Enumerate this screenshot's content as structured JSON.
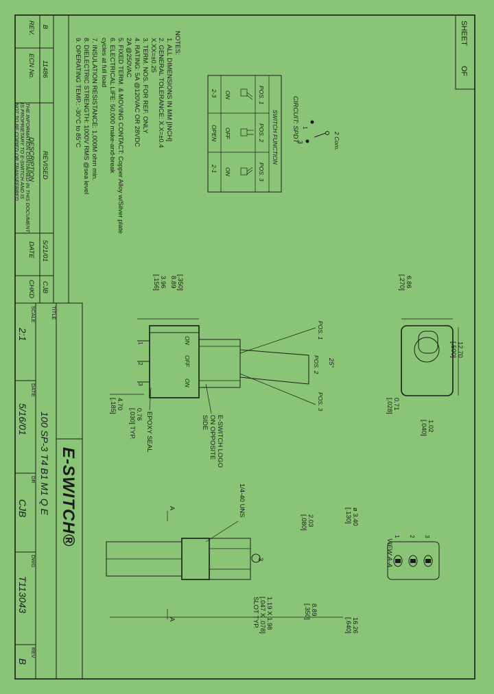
{
  "sheet": {
    "sheet_label": "SHEET",
    "of_label": "OF"
  },
  "notes": {
    "heading": "NOTES:",
    "lines": [
      "1. ALL DIMENSIONS IN MM [INCH]",
      "2. GENERAL TOLERANCE: X.X=±0.4",
      "                                X.XX=±0.25",
      "3. TERM. NOS. FOR REF. ONLY",
      "4. RATING: 5A @120VAC OR 28VDC",
      "               2A @250VAC",
      "5. FIXED TERM. & MOVING CONTACT: Copper Alloy w/Silver plate",
      "6. ELECTRICAL LIFE: 50,000 make-and-break",
      "               cycles at full load",
      "7. INSULATION RESISTANCE: 1,000M ohm min.",
      "8. DIELECTRIC STRENGTH: 1000V RMS @sea level",
      "9. OPERATING TEMP.: -30°C to 85°C"
    ]
  },
  "revision": {
    "headers": {
      "rev": "REV.",
      "ecn": "ECN No.",
      "description": "DESCRIPTION",
      "date": "DATE",
      "chkd": "CHKD"
    },
    "row": {
      "rev": "B",
      "ecn": "11486",
      "description": "REVISED",
      "date": "5/21/01",
      "chkd": "CJB"
    },
    "proprietary": [
      "THE INFORMATION CONTAINED IN THIS DOCUMENT",
      "IS PROPRIETARY TO E-SWITCH AND IS",
      "NOT TO BE COPIED OR TRANSFERRED"
    ]
  },
  "circuit": {
    "title": "CIRCUIT: SPDT",
    "com_label": "2 Com.",
    "terminal_1": "1",
    "terminal_3": "3",
    "table_title": "SWITCH FUNCTION",
    "headers": [
      "POS. 1",
      "POS. 2",
      "POS. 3"
    ],
    "states": [
      "ON",
      "OFF",
      "ON"
    ],
    "connections": [
      "2-3",
      "OPEN",
      "2-1"
    ]
  },
  "title_block": {
    "title_label": "TITLE",
    "part_title": "100 SP-3 T4 B1 M1 Q E",
    "scale_label": "SCALE",
    "scale_value": "2:1",
    "date_label": "DATE",
    "date_value": "5/16/01",
    "drawn_label": "DR",
    "drawn_value": "CJB",
    "dwg_label": "DWG",
    "dwg_value": "T113043",
    "rev_label": "REV",
    "rev_value": "B",
    "brand": "E-SWITCH®"
  },
  "side_view": {
    "dim_889": "8.89",
    "dim_889_in": "[.350]",
    "dim_396": "3.96",
    "dim_396_in": "[.156]",
    "dim_076": "0.76",
    "dim_076_in": "[.030] TYP.",
    "dim_470": "4.70",
    "dim_470_in": "[.185]",
    "angle": "25°",
    "pos1": "POS. 1",
    "pos2": "POS. 2",
    "pos3": "POS. 3",
    "body_on1": "ON",
    "body_off": "OFF",
    "body_on2": "ON",
    "term1": "1",
    "term2": "2",
    "term3": "3",
    "epoxy_note": "EPOXY SEAL",
    "logo_note_1": "E-SWITCH LOGO",
    "logo_note_2": "ON OPPOSITE",
    "logo_note_3": "SIDE"
  },
  "top_view": {
    "dim_686": "6.86",
    "dim_686_in": "[.270]",
    "dim_1270": "12.70",
    "dim_1270_in": "[.500]",
    "dim_071": "0.71",
    "dim_071_in": "[.028]",
    "dim_102": "1.02",
    "dim_102_in": "[.040]"
  },
  "front_view": {
    "thread": "1/4-40 UNS",
    "dia": "ø 3.40",
    "dia_in": "[.130]",
    "dim_203": "2.03",
    "dim_203_in": "[.080]",
    "dim_1626": "16.26",
    "dim_1626_in": "[.640]",
    "dim_889": "8.89",
    "dim_889_in": "[.350]",
    "slot": "1.19 X 1.98",
    "slot_in": "[.047 X .078]",
    "slot_typ": "SLOT TYP.",
    "section_a1": "A",
    "section_a2": "A",
    "term_label": "3"
  },
  "view_aa": {
    "title": "VIEW A-A",
    "terms": [
      "1",
      "2",
      "3"
    ]
  }
}
